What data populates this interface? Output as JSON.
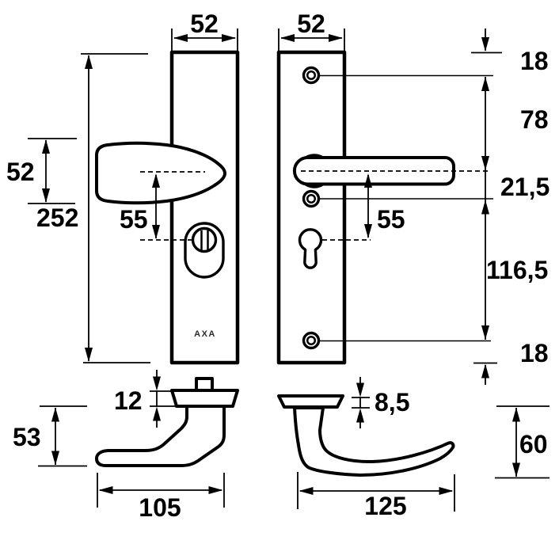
{
  "title": "AXA security door fitting dimensional drawing",
  "brand": "AXA",
  "dims": {
    "plate_width_left": "52",
    "plate_width_right": "52",
    "plate_height": "252",
    "knob_height": "52",
    "knob_center_offset": "55",
    "lever_center_offset": "55",
    "edge_to_top_screw": "18",
    "top_screw_to_lever": "78",
    "lever_to_mid_screw": "21,5",
    "mid_to_bottom_screw": "116,5",
    "bottom_screw_to_edge": "18",
    "knob_rose_thickness": "12",
    "knob_projection": "53",
    "knob_length": "105",
    "lever_rose_thickness": "8,5",
    "lever_projection": "60",
    "lever_length": "125"
  }
}
